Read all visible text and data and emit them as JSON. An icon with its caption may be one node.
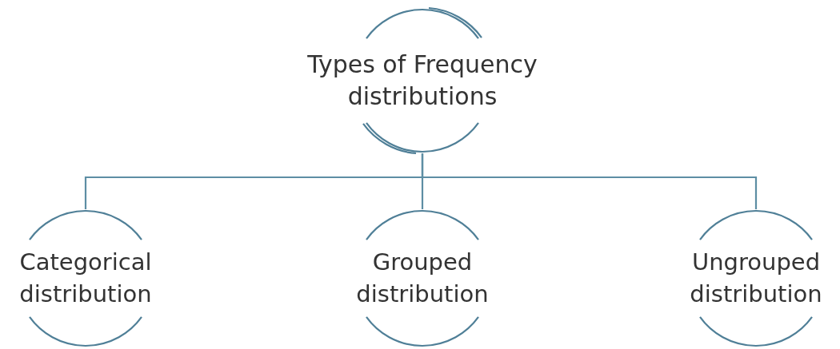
{
  "diagram": {
    "nodes": [
      {
        "text": [
          "Types of Frequency distributions"
        ]
      },
      {
        "text": [
          "Categorical distribution"
        ]
      },
      {
        "text": [
          "Grouped distribution"
        ]
      },
      {
        "text": [
          "Ungrouped distribution"
        ]
      }
    ],
    "edges": [
      {
        "from": 0,
        "to": 1,
        "arrow": "none"
      },
      {
        "from": 0,
        "to": 2,
        "arrow": "none"
      },
      {
        "from": 0,
        "to": 3,
        "arrow": "none"
      }
    ]
  }
}
